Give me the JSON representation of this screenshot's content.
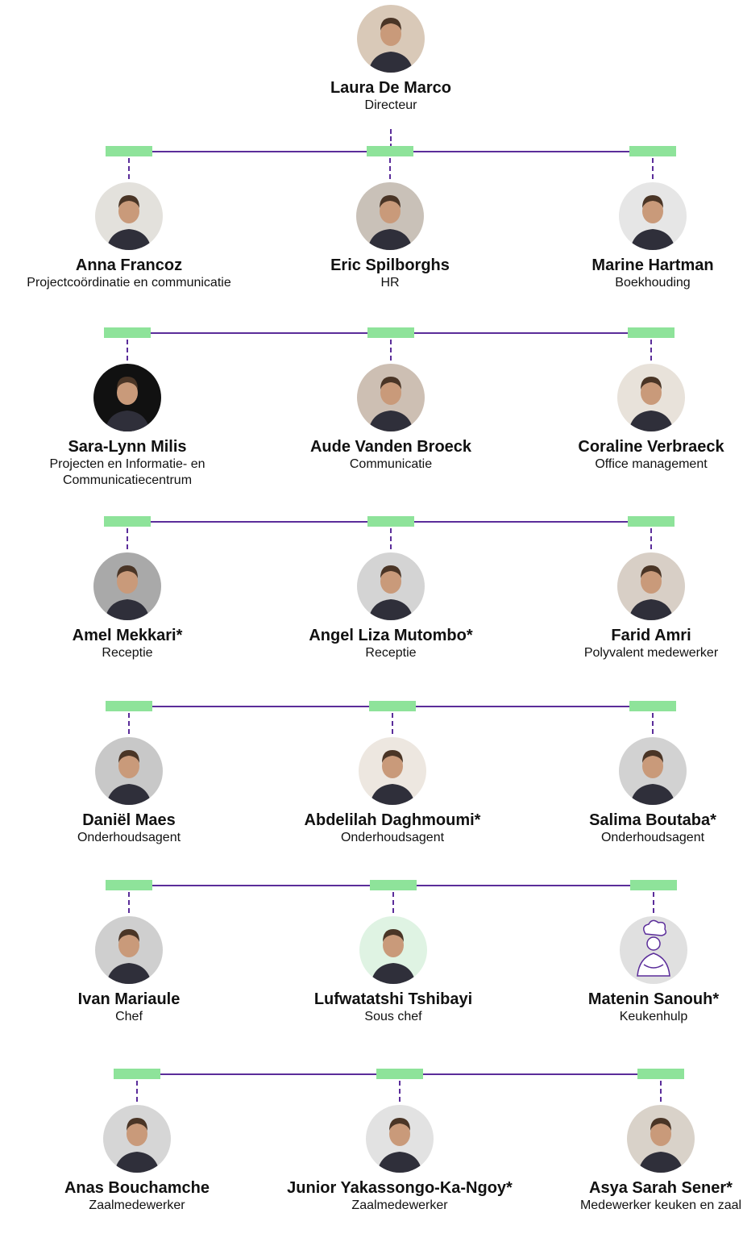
{
  "top": {
    "name": "Laura De Marco",
    "role": "Directeur",
    "avatar": "portrait-photo"
  },
  "rows": [
    {
      "members": [
        {
          "name": "Anna Francoz",
          "role": "Projectcoördinatie en communicatie",
          "avatar": "portrait-photo"
        },
        {
          "name": "Eric Spilborghs",
          "role": "HR",
          "avatar": "portrait-photo"
        },
        {
          "name": "Marine Hartman",
          "role": "Boekhouding",
          "avatar": "portrait-photo"
        }
      ]
    },
    {
      "members": [
        {
          "name": "Sara-Lynn Milis",
          "role": "Projecten en Informatie- en Communicatiecentrum",
          "avatar": "portrait-photo"
        },
        {
          "name": "Aude Vanden Broeck",
          "role": "Communicatie",
          "avatar": "portrait-photo"
        },
        {
          "name": "Coraline Verbraeck",
          "role": "Office management",
          "avatar": "portrait-photo"
        }
      ]
    },
    {
      "members": [
        {
          "name": "Amel Mekkari*",
          "role": "Receptie",
          "avatar": "portrait-photo"
        },
        {
          "name": "Angel Liza Mutombo*",
          "role": "Receptie",
          "avatar": "portrait-photo"
        },
        {
          "name": "Farid Amri",
          "role": "Polyvalent medewerker",
          "avatar": "portrait-photo"
        }
      ]
    },
    {
      "members": [
        {
          "name": "Daniël Maes",
          "role": "Onderhoudsagent",
          "avatar": "portrait-photo"
        },
        {
          "name": "Abdelilah Daghmoumi*",
          "role": "Onderhoudsagent",
          "avatar": "portrait-photo"
        },
        {
          "name": "Salima Boutaba*",
          "role": "Onderhoudsagent",
          "avatar": "portrait-photo"
        }
      ]
    },
    {
      "members": [
        {
          "name": "Ivan Mariaule",
          "role": "Chef",
          "avatar": "portrait-photo"
        },
        {
          "name": "Lufwatatshi Tshibayi",
          "role": "Sous chef",
          "avatar": "portrait-photo"
        },
        {
          "name": "Matenin Sanouh*",
          "role": "Keukenhulp",
          "avatar": "chef-illustration"
        }
      ]
    },
    {
      "members": [
        {
          "name": "Anas Bouchamche",
          "role": "Zaalmedewerker",
          "avatar": "portrait-photo"
        },
        {
          "name": "Junior Yakassongo-Ka-Ngoy*",
          "role": "Zaalmedewerker",
          "avatar": "portrait-photo"
        },
        {
          "name": "Asya Sarah Sener*",
          "role": "Medewerker keuken en zaal",
          "avatar": "portrait-photo"
        }
      ]
    }
  ],
  "colors": {
    "connector": "#5b2d9a",
    "tab": "#8ee39a",
    "avatar_backgrounds": [
      "#d9c9b8",
      "#e3e1dc",
      "#c9c1b8",
      "#e6e6e6",
      "#111111",
      "#cdbfb3",
      "#e8e2da",
      "#a9a9a9",
      "#d4d4d4",
      "#d8cfc6",
      "#c8c8c8",
      "#ede7e0",
      "#d2d2d2",
      "#cfcfcf",
      "#dff3e3",
      "#e0e0e0",
      "#d6d6d6",
      "#e2e2e2",
      "#d9d2c9"
    ]
  }
}
